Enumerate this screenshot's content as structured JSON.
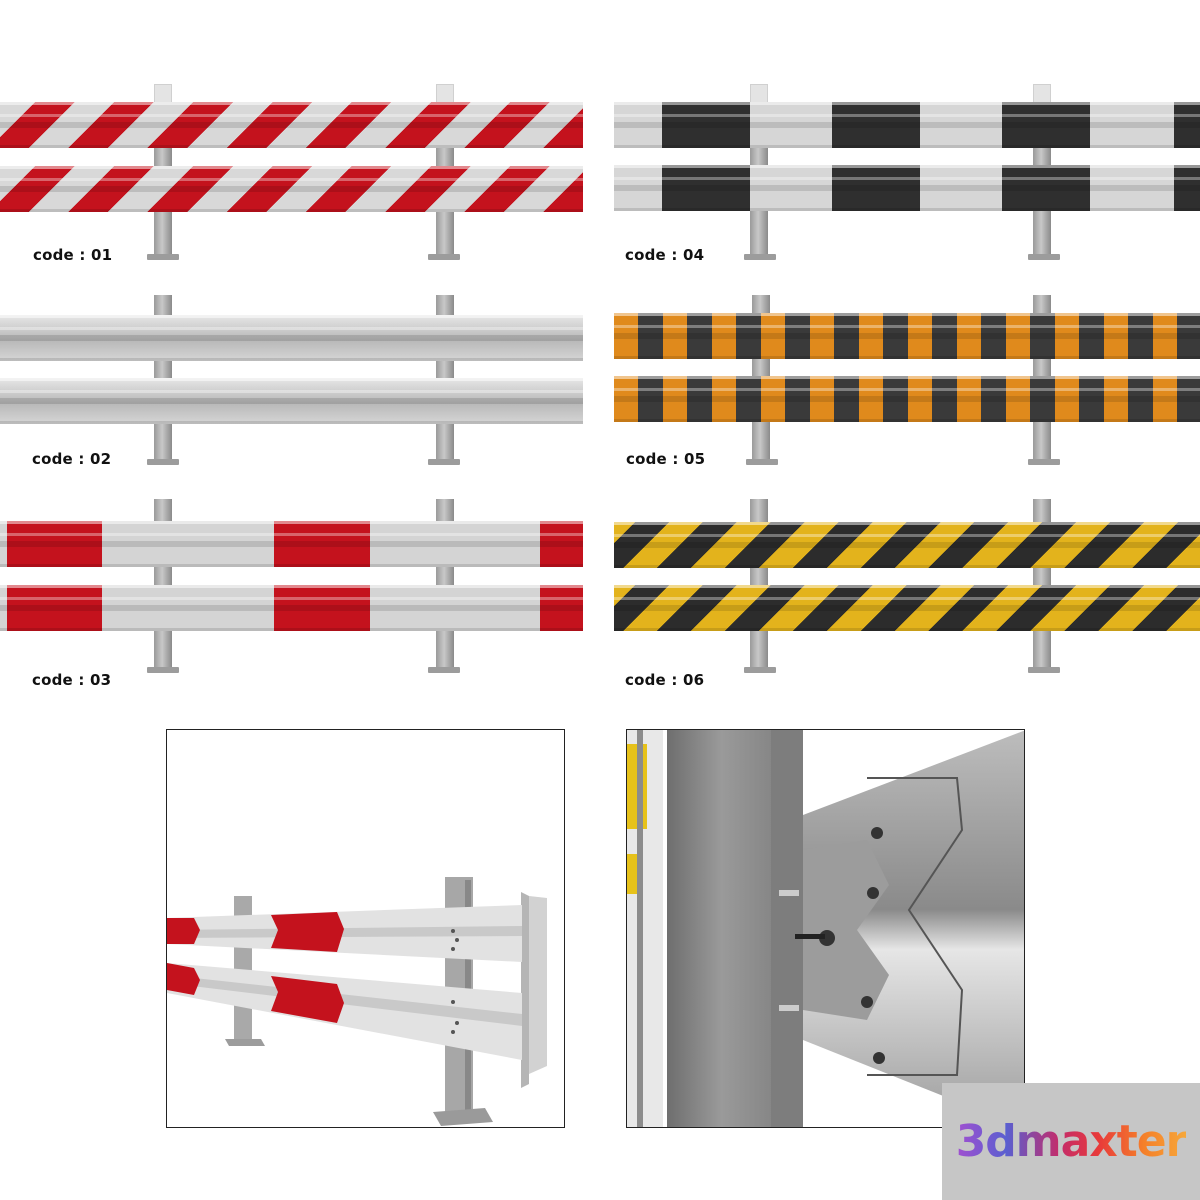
{
  "variants": [
    {
      "code": "code : 01",
      "pattern": "diagonal-stripes",
      "colors": [
        "#c4121d",
        "#d8d8d8"
      ]
    },
    {
      "code": "code : 02",
      "pattern": "plain",
      "colors": [
        "#c9c9c9"
      ]
    },
    {
      "code": "code : 03",
      "pattern": "blocks",
      "colors": [
        "#c4121d",
        "#d4d4d4"
      ]
    },
    {
      "code": "code : 04",
      "pattern": "blocks",
      "colors": [
        "#2f2f2f",
        "#d6d6d6"
      ]
    },
    {
      "code": "code : 05",
      "pattern": "chevrons",
      "colors": [
        "#e08a1c",
        "#3a3a3a"
      ]
    },
    {
      "code": "code : 06",
      "pattern": "diagonal-stripes",
      "colors": [
        "#e3b31c",
        "#2c2c2c"
      ]
    }
  ],
  "detail_panels": {
    "perspective": "Perspective view of red and white guardrail",
    "closeup": "Close-up of post-to-rail bolted connection"
  },
  "watermark": {
    "text": "3dmaxter"
  }
}
